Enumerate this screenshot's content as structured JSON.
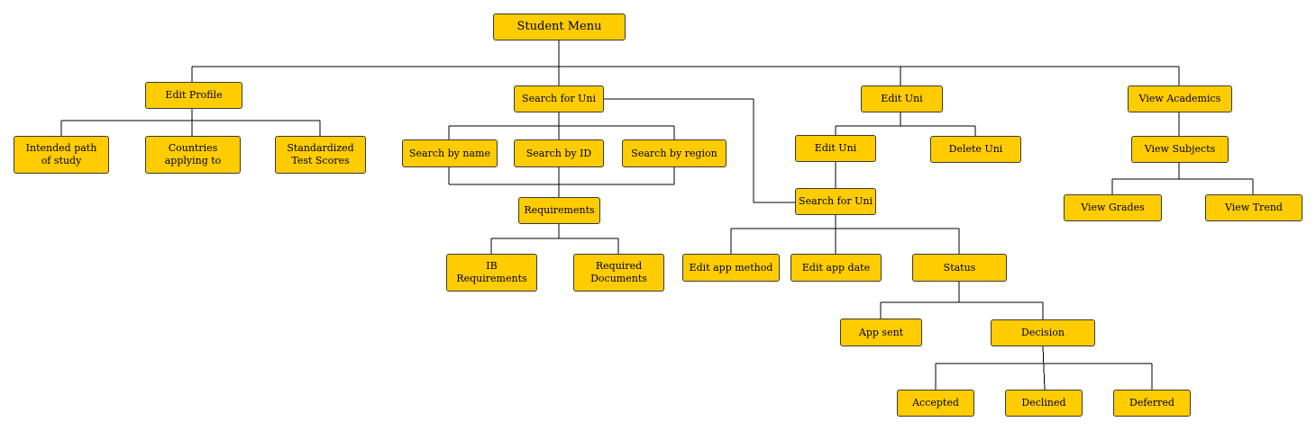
{
  "diagram": {
    "colors": {
      "node_fill": "#ffcc00",
      "node_border": "#3a3a3a",
      "connector": "#000000",
      "background": "#ffffff"
    },
    "nodes": {
      "student_menu": "Student Menu",
      "edit_profile": "Edit Profile",
      "intended_path": "Intended path\nof study",
      "countries": "Countries\napplying to",
      "test_scores": "Standardized\nTest Scores",
      "search_uni": "Search for Uni",
      "search_by_name": "Search by name",
      "search_by_id": "Search by ID",
      "search_by_region": "Search by region",
      "requirements": "Requirements",
      "ib_requirements": "IB\nRequirements",
      "required_documents": "Required\nDocuments",
      "edit_uni": "Edit Uni",
      "edit_uni_sub": "Edit Uni",
      "delete_uni": "Delete Uni",
      "search_uni_sub": "Search for Uni",
      "edit_app_method": "Edit app method",
      "edit_app_date": "Edit app date",
      "status": "Status",
      "app_sent": "App sent",
      "decision": "Decision",
      "accepted": "Accepted",
      "declined": "Declined",
      "deferred": "Deferred",
      "view_academics": "View Academics",
      "view_subjects": "View Subjects",
      "view_grades": "View Grades",
      "view_trend": "View Trend"
    }
  }
}
